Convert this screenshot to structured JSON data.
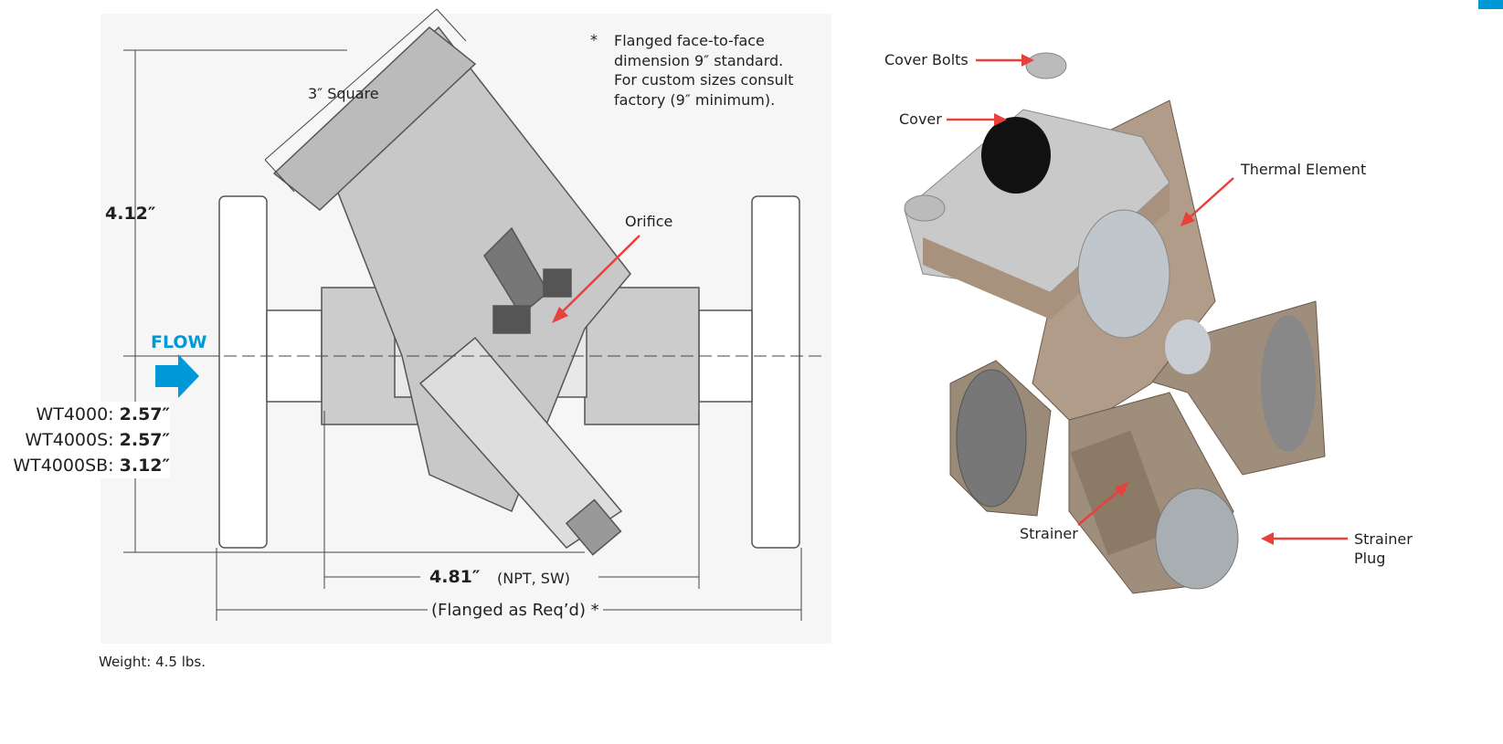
{
  "drawing": {
    "note_star": "*",
    "note_lines": [
      "Flanged face-to-face",
      "dimension 9″ standard.",
      "For custom sizes consult",
      "factory (9″ minimum)."
    ],
    "square_label": "3″ Square",
    "height_dim": "4.12″",
    "orifice_label": "Orifice",
    "flow_label": "FLOW",
    "models": [
      {
        "name": "WT4000:",
        "value": "2.57″"
      },
      {
        "name": "WT4000S:",
        "value": "2.57″"
      },
      {
        "name": "WT4000SB:",
        "value": "3.12″"
      }
    ],
    "length_dim": "4.81″",
    "length_note": "(NPT, SW)",
    "flanged_note": "(Flanged as Req’d) *",
    "weight": "Weight: 4.5 lbs."
  },
  "cutaway": {
    "labels": {
      "cover_bolts": "Cover Bolts",
      "cover": "Cover",
      "thermal_element": "Thermal Element",
      "strainer": "Strainer",
      "strainer_plug_1": "Strainer",
      "strainer_plug_2": "Plug"
    }
  },
  "colors": {
    "accent": "#0099d8",
    "arrow": "#e8413c"
  }
}
